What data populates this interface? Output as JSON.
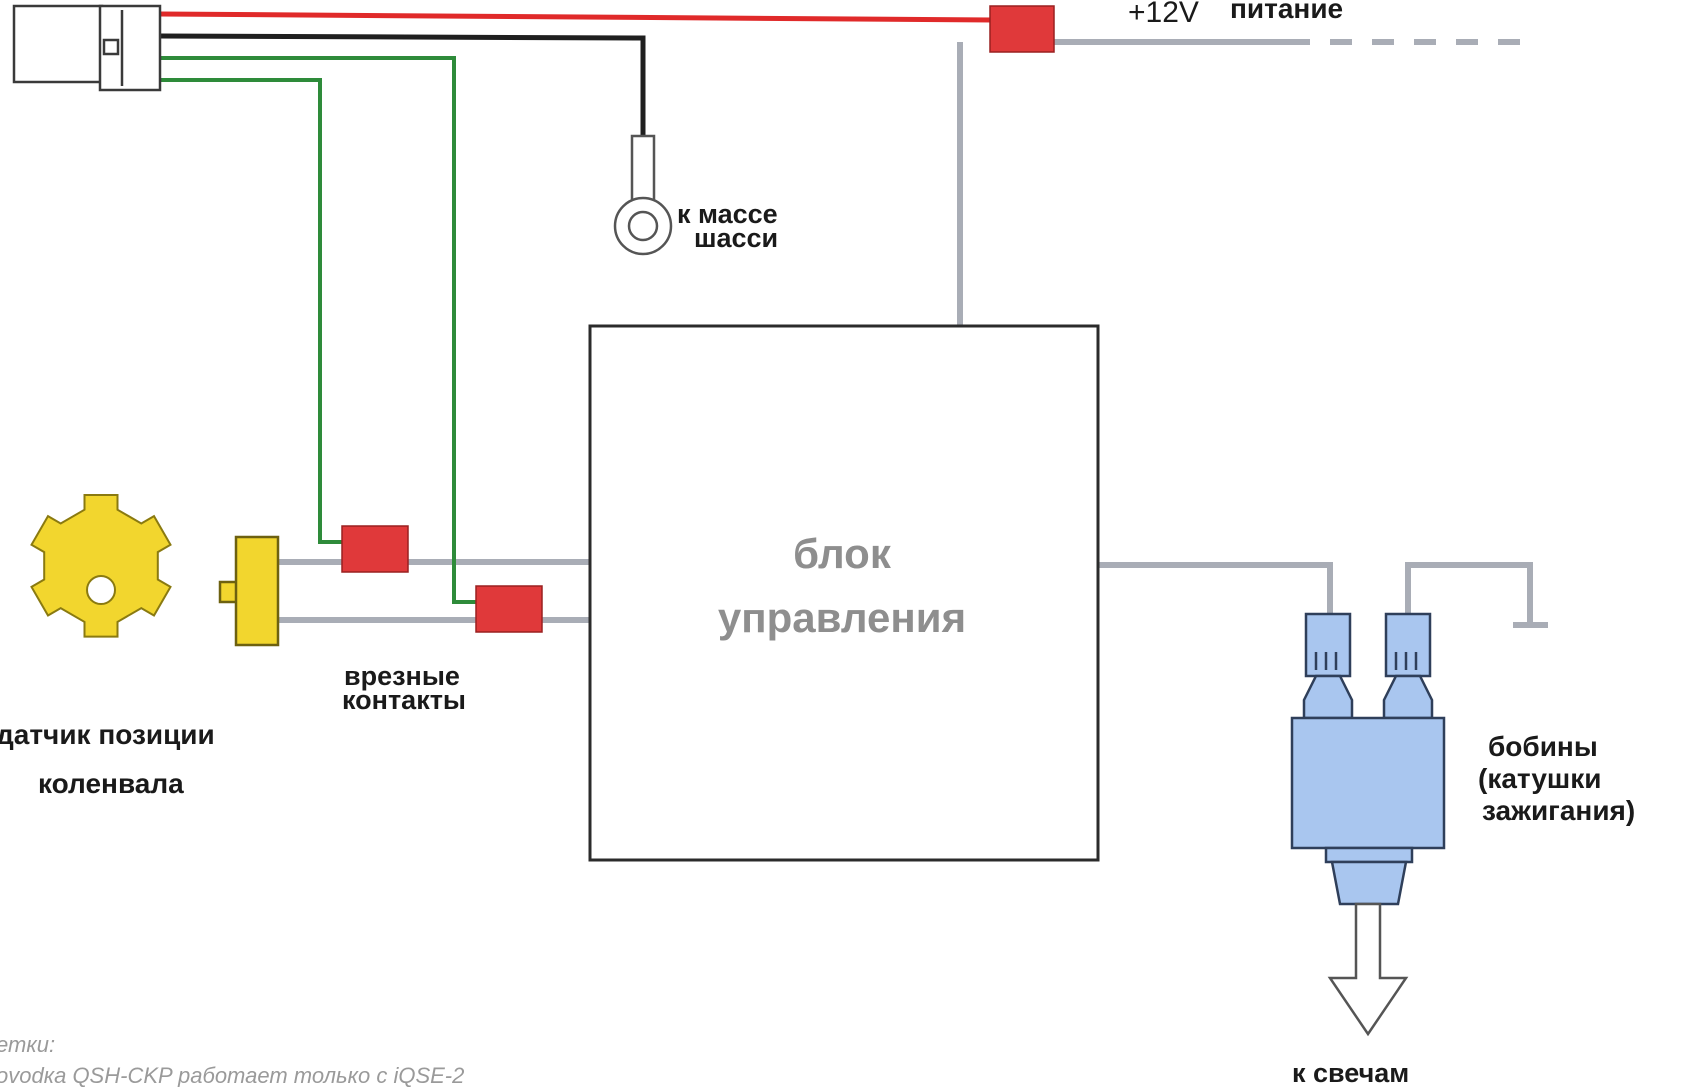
{
  "labels": {
    "power_voltage": "+12V",
    "power": "питание",
    "ground_line1": "к массе",
    "ground_line2": "шасси",
    "ecu_line1": "блок",
    "ecu_line2": "управления",
    "taps_line1": "врезные",
    "taps_line2": "контакты",
    "sensor_line1": "датчик позиции",
    "sensor_line2": "коленвала",
    "coils_line1": "бобины",
    "coils_line2": "(катушки",
    "coils_line3": "зажигания)",
    "plugs": "к свечам"
  },
  "notes": {
    "line1": "етки:",
    "line2": "ovodка QSH-CKP работает только с iQSE-2"
  },
  "colors": {
    "wire_red": "#e02a2a",
    "wire_black": "#1f1f1f",
    "wire_green": "#2e8b3a",
    "wire_gray": "#a9adb6",
    "tap_red": "#e0393a",
    "sensor_yellow": "#f2d62e",
    "coil_blue": "#a9c6ef"
  }
}
